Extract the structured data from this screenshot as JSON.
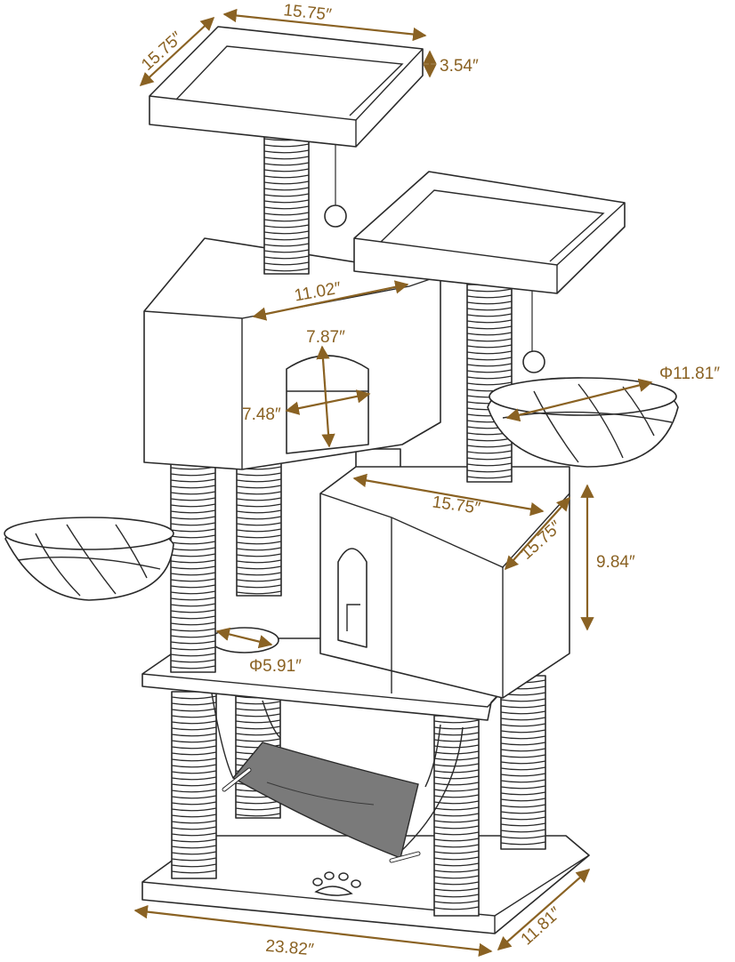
{
  "colors": {
    "dimension": "#8a6223",
    "outline": "#2a2a2a",
    "hammock": "#7a7a7a",
    "background": "#ffffff"
  },
  "dimensions": {
    "top_width": "15.75″",
    "top_depth": "15.75″",
    "top_height": "3.54″",
    "condo_width": "11.02″",
    "door_height": "7.87″",
    "door_width": "7.48″",
    "basket_right_diameter": "Φ11.81″",
    "lower_box_width": "15.75″",
    "lower_box_depth": "15.75″",
    "lower_box_height": "9.84″",
    "hole_diameter": "Φ5.91″",
    "base_width": "23.82″",
    "base_depth": "11.81″"
  },
  "icons": [
    "paw-print-icon"
  ]
}
